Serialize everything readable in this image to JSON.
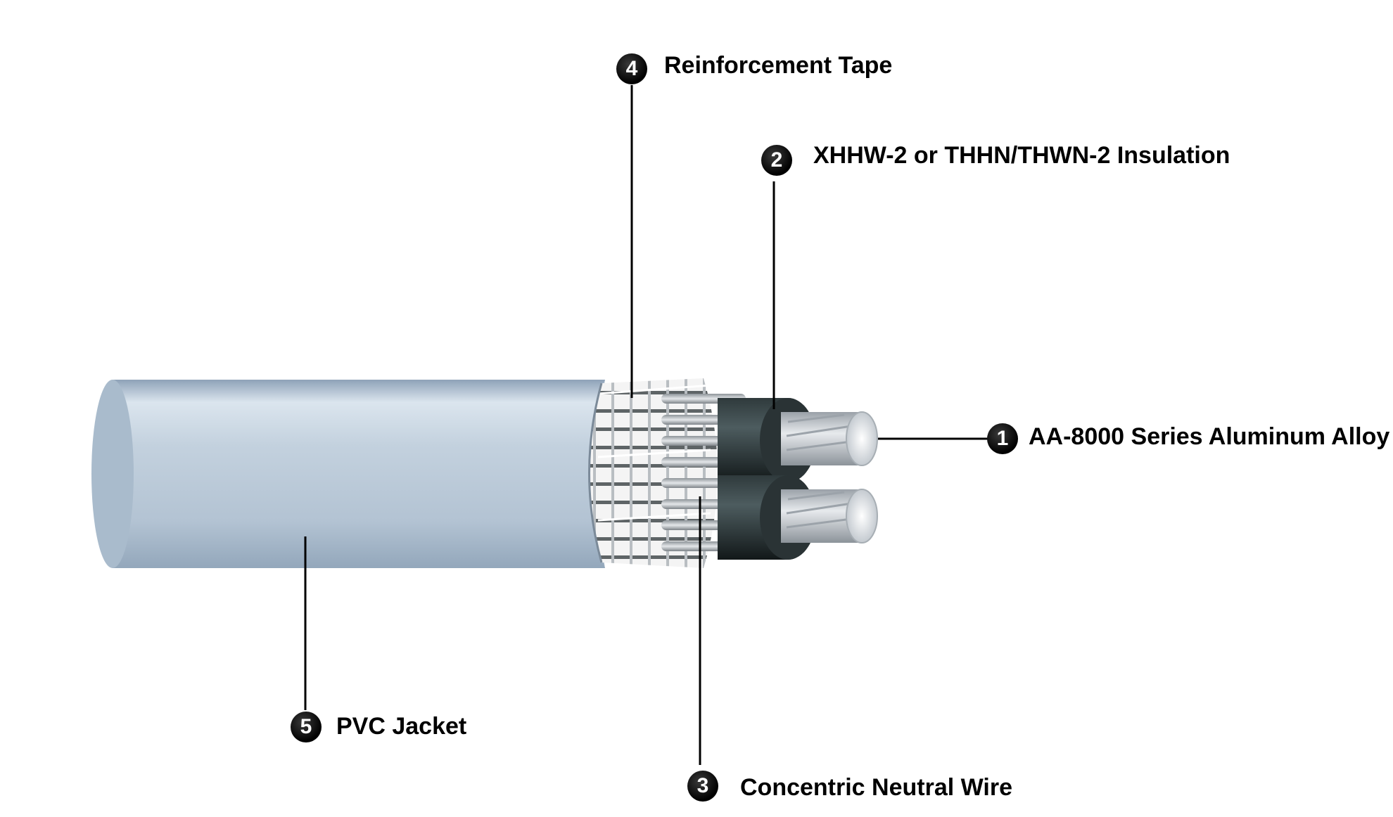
{
  "callouts": [
    {
      "number": "1",
      "label": "AA-8000 Series Aluminum Alloy"
    },
    {
      "number": "2",
      "label": "XHHW-2 or THHN/THWN-2 Insulation"
    },
    {
      "number": "3",
      "label": "Concentric Neutral Wire"
    },
    {
      "number": "4",
      "label": "Reinforcement Tape"
    },
    {
      "number": "5",
      "label": "PVC Jacket"
    }
  ],
  "colors": {
    "jacket": "#b9c8d8",
    "insulation": "#1e2628",
    "conductor": "#c9ced3",
    "neutral_wire": "#cfd3d6",
    "tape": "#f2f2f2",
    "leader_line": "#000000"
  }
}
